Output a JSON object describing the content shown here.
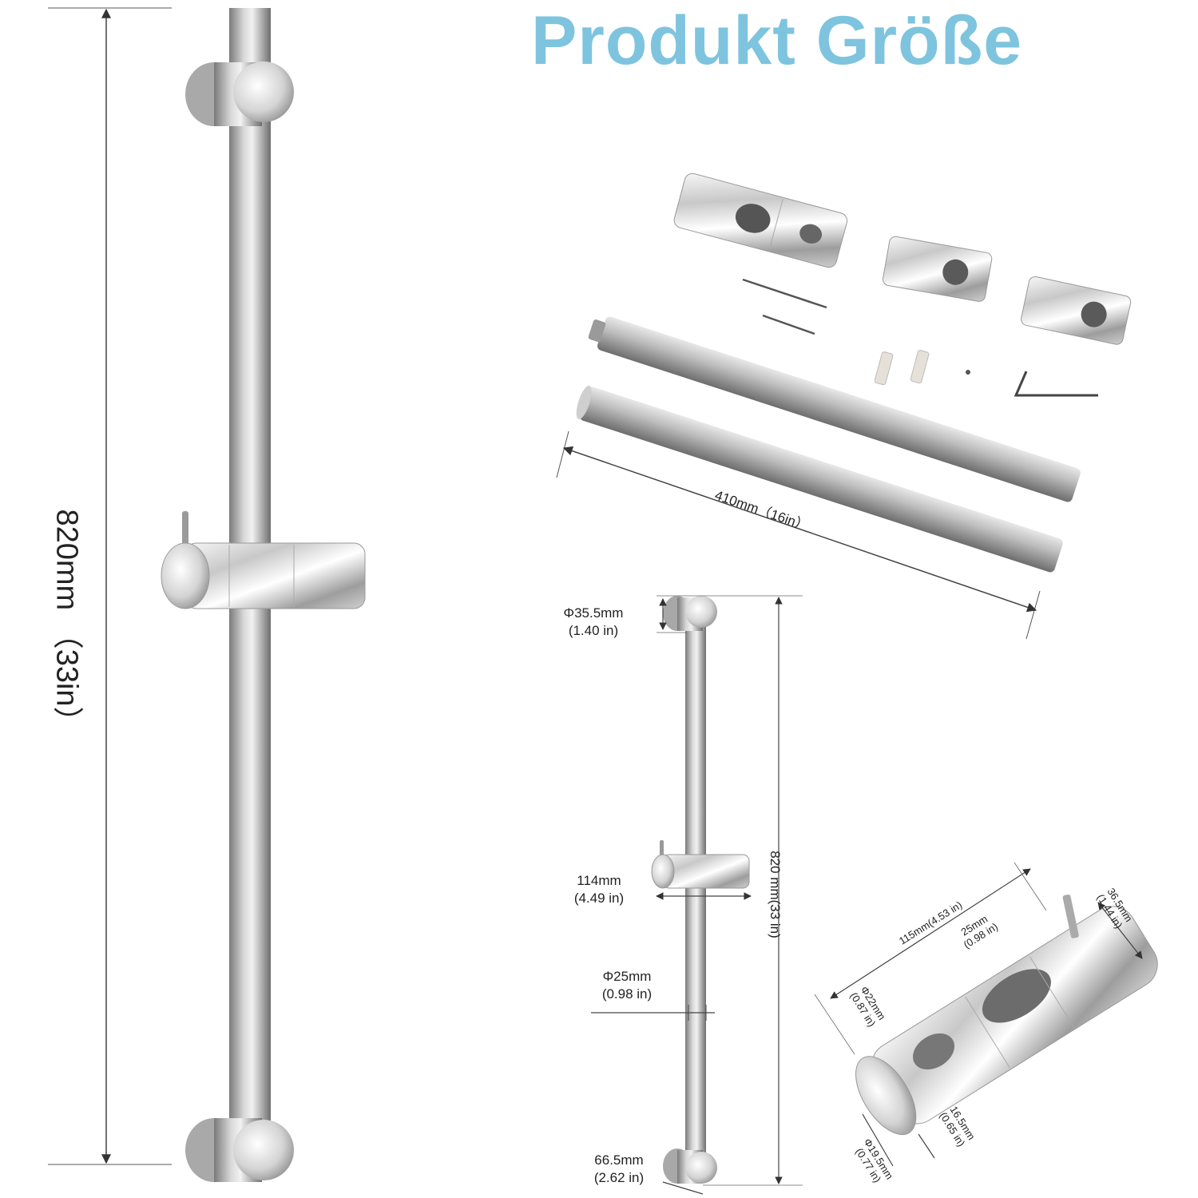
{
  "header": {
    "title": "Produkt Größe"
  },
  "large_rail": {
    "length_label": "820mm （33in）"
  },
  "kit": {
    "rod_length_label": "410mm（16in）"
  },
  "small_rail": {
    "top_diameter": {
      "mm": "Φ35.5mm",
      "in": "(1.40 in)"
    },
    "slider_width": {
      "mm": "114mm",
      "in": "(4.49 in)"
    },
    "rod_diameter": {
      "mm": "Φ25mm",
      "in": "(0.98 in)"
    },
    "bottom_depth": {
      "mm": "66.5mm",
      "in": "(2.62 in)"
    },
    "total_length": "820 mm(33 in)"
  },
  "holder": {
    "length": "115mm(4.53 in)",
    "cup": {
      "mm": "25mm",
      "in": "(0.98 in)"
    },
    "height": {
      "mm": "36.5mm",
      "in": "(1.44 in)"
    },
    "inner_diameter": {
      "mm": "Φ22mm",
      "in": "(0.87 in)"
    },
    "rod_hole": {
      "mm": "Φ19.5mm",
      "in": "(0.77 in)"
    },
    "depth": {
      "mm": "16.5mm",
      "in": "(0.65 in)"
    }
  },
  "colors": {
    "title": "#7ec4de",
    "metal_light": "#e6e6e6",
    "metal_dark": "#8a8a8a"
  }
}
